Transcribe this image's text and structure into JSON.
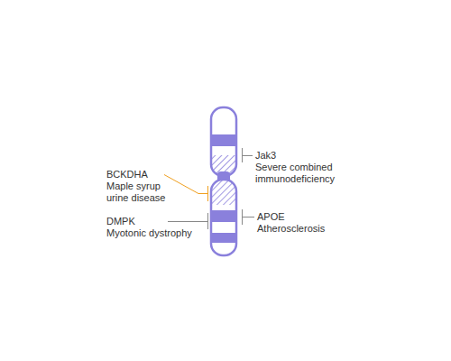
{
  "diagram": {
    "labels": [
      "Jak3",
      "Severe combined immunodeficiency",
      "BCKDHA",
      "Maple syrup urine disease",
      "DMPK",
      "Myotonic dystrophy",
      "APOE",
      "Atherosclerosis"
    ]
  }
}
